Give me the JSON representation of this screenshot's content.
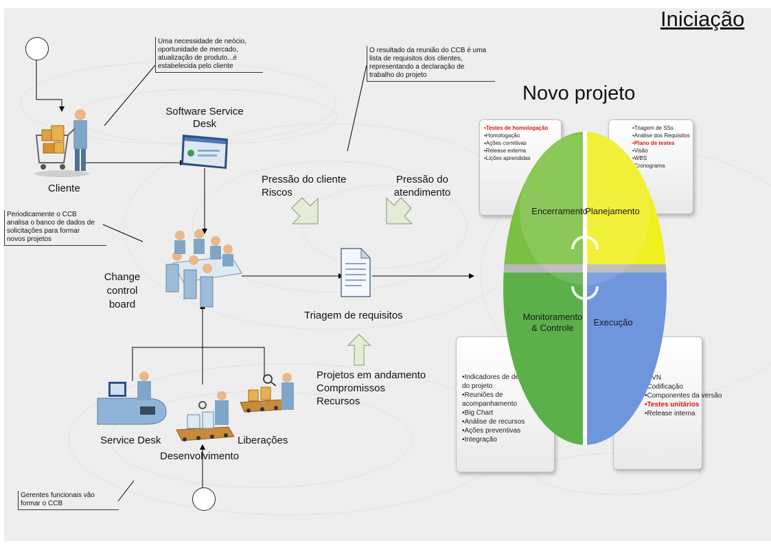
{
  "title": "Iniciação",
  "new_project_title": "Novo projeto",
  "notes": {
    "client_need": "Uma necessidade de neócio,\noportunidade de mercado,\natualização de produto...é\nestabelecida pelo cliente",
    "ccb_result": "O resultado da reunião do CCB é uma\nlista de requisitos dos clientes,\nrepresentando a declaração de\ntrabalho do projeto",
    "ccb_periodic": "Periodicamente o CCB\nanalisa o banco de dados de\nsolicitações para formar\nnovos projetos",
    "functional_managers": "Gerentes funcionais vão\nformar o CCB"
  },
  "labels": {
    "client": "Cliente",
    "software_service_desk": "Software Service\nDesk",
    "change_control_board": "Change\ncontrol\nboard",
    "client_pressure": "Pressão do cliente\nRiscos",
    "service_pressure": "Pressão do\natendimento",
    "triage": "Triagem de requisitos",
    "ongoing_projects": "Projetos em andamento\nCompromissos\nRecursos",
    "service_desk": "Service Desk",
    "development": "Desenvolvimento",
    "releases": "Liberações"
  },
  "quadrants": {
    "closing": {
      "label": "Encerramento",
      "items": [
        {
          "text": "•Testes de homologação",
          "highlight": true
        },
        {
          "text": "•Homologação",
          "highlight": false
        },
        {
          "text": "•Ações corretivas",
          "highlight": false
        },
        {
          "text": "•Release externa",
          "highlight": false
        },
        {
          "text": "•Lições aprendidas",
          "highlight": false
        }
      ]
    },
    "planning": {
      "label": "Planejamento",
      "items": [
        {
          "text": "•Triagem de SSs",
          "highlight": false
        },
        {
          "text": "•Análise dos Requisitos",
          "highlight": false
        },
        {
          "text": "•Plano de testes",
          "highlight": true
        },
        {
          "text": "•Visão",
          "highlight": false
        },
        {
          "text": "•WBS",
          "highlight": false
        },
        {
          "text": "•Cronograma",
          "highlight": false
        }
      ]
    },
    "monitoring": {
      "label": "Monitoramento\n& Controle",
      "items": [
        {
          "text": "•Indicadores de desempenho",
          "highlight": false
        },
        {
          "text": "  do projeto",
          "highlight": false
        },
        {
          "text": "•Reuniões de",
          "highlight": false
        },
        {
          "text": "  acompanhamento",
          "highlight": false
        },
        {
          "text": "•Big Chart",
          "highlight": false
        },
        {
          "text": "•Análise de recursos",
          "highlight": false
        },
        {
          "text": "•Ações preventivas",
          "highlight": false
        },
        {
          "text": "•Integração",
          "highlight": false
        }
      ]
    },
    "execution": {
      "label": "Execução",
      "items": [
        {
          "text": "•SVN",
          "highlight": false
        },
        {
          "text": "•Codificação",
          "highlight": false
        },
        {
          "text": "•Componentes da versão",
          "highlight": false
        },
        {
          "text": "•Testes unitários",
          "highlight": true
        },
        {
          "text": "•Release interna",
          "highlight": false
        }
      ]
    }
  },
  "icons": {
    "start_top": "start-circle-icon",
    "start_bottom": "start-circle-icon",
    "client": "person-shopping-cart-icon",
    "service_desk_screen": "monitor-window-icon",
    "ccb": "meeting-table-icon",
    "document": "document-icon",
    "service_desk": "person-at-computer-icon",
    "development": "assembly-line-worker-icon",
    "releases": "conveyor-inspector-icon",
    "cycle": "cycle-arrows-icon"
  },
  "colors": {
    "closing": "#7cc043",
    "planning": "#f0f020",
    "monitoring": "#5cb04a",
    "execution": "#6f96dc",
    "arrow_fill": "#e4ebd6",
    "highlight_text": "#e01010"
  }
}
